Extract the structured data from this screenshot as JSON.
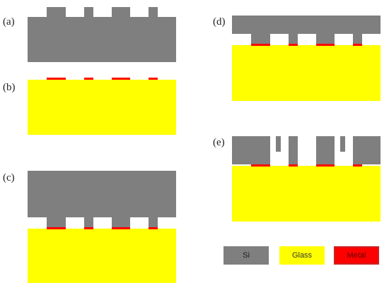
{
  "colors": {
    "si": "#7f7f7f",
    "glass": "#ffff00",
    "metal": "#ff0000",
    "metal_border": "#cc2222"
  },
  "panels": {
    "a": "(a)",
    "b": "(b)",
    "c": "(c)",
    "d": "(d)",
    "e": "(e)"
  },
  "legend": {
    "si": "Si",
    "glass": "Glass",
    "metal": "Metal"
  }
}
